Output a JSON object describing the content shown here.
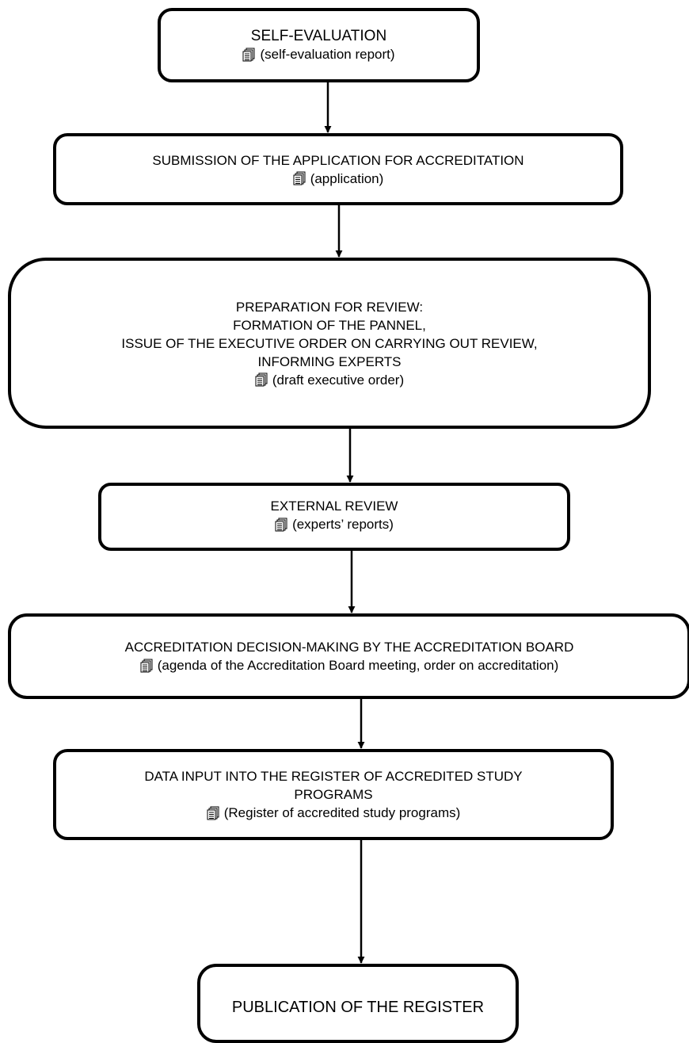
{
  "nodes": [
    {
      "id": "self-evaluation",
      "title_lines": [
        "SELF-EVALUATION"
      ],
      "doc": "(self-evaluation report)"
    },
    {
      "id": "submission",
      "title_lines": [
        "SUBMISSION OF THE APPLICATION FOR ACCREDITATION"
      ],
      "doc": "(application)"
    },
    {
      "id": "preparation",
      "title_lines": [
        "PREPARATION FOR REVIEW:",
        "FORMATION OF THE PANNEL,",
        "ISSUE OF THE EXECUTIVE ORDER ON CARRYING OUT REVIEW,",
        "INFORMING EXPERTS"
      ],
      "doc": "(draft executive order)"
    },
    {
      "id": "external-review",
      "title_lines": [
        "EXTERNAL REVIEW"
      ],
      "doc": "(experts’ reports)"
    },
    {
      "id": "decision-making",
      "title_lines": [
        "ACCREDITATION DECISION-MAKING BY THE ACCREDITATION BOARD"
      ],
      "doc": "(agenda of the Accreditation Board meeting, order on accreditation)"
    },
    {
      "id": "data-input",
      "title_lines": [
        "DATA INPUT INTO THE REGISTER OF ACCREDITED STUDY",
        "PROGRAMS"
      ],
      "doc": "(Register of accredited study programs)"
    },
    {
      "id": "publication",
      "title_lines": [
        "PUBLICATION OF THE REGISTER"
      ]
    }
  ],
  "edges": [
    {
      "from": "self-evaluation",
      "to": "submission"
    },
    {
      "from": "submission",
      "to": "preparation"
    },
    {
      "from": "preparation",
      "to": "external-review"
    },
    {
      "from": "external-review",
      "to": "decision-making"
    },
    {
      "from": "decision-making",
      "to": "data-input"
    },
    {
      "from": "data-input",
      "to": "publication"
    }
  ],
  "colors": {
    "stroke": "#000000",
    "background": "#ffffff"
  },
  "doc_icon": "documents-icon"
}
